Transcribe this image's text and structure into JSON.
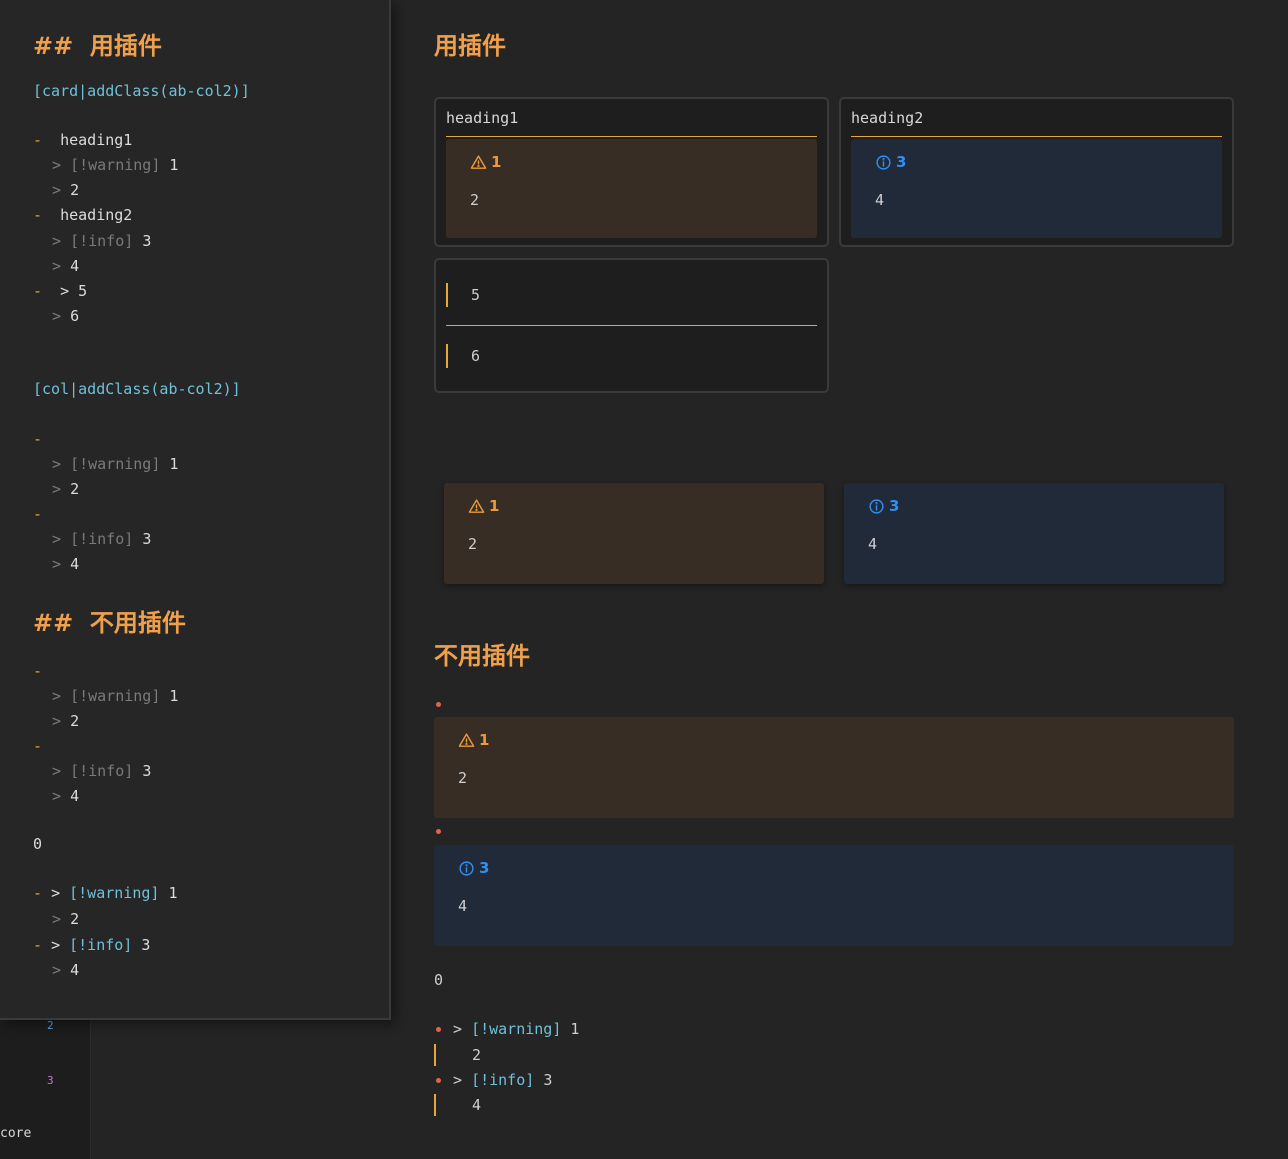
{
  "editor": {
    "h1": "##  用插件",
    "card_code": "[card|addClass(ab-col2)]",
    "item_heading1": "heading1",
    "warning_tag": "[!warning]",
    "info_tag": "[!info]",
    "v1": "1",
    "v2": "2",
    "v3": "3",
    "v4": "4",
    "v5": "5",
    "v6": "6",
    "gt": ">",
    "dash": "-",
    "item_heading2": "heading2",
    "col_code": "[col|addClass(ab-col2)]",
    "h2": "##  不用插件",
    "zero": "0"
  },
  "gutter": {
    "n2": "2",
    "n3": "3",
    "core": "core"
  },
  "preview": {
    "h1": "用插件",
    "card1_heading": "heading1",
    "card2_heading": "heading2",
    "warn_title": "1",
    "warn_body": "2",
    "info_title": "3",
    "info_body": "4",
    "quote5": "5",
    "quote6": "6",
    "h2": "不用插件",
    "zero": "0",
    "gt": ">",
    "warning_tag": "[!warning]",
    "info_tag": "[!info]",
    "v1": "1",
    "v2": "2",
    "v3": "3",
    "v4": "4"
  },
  "colors": {
    "accent": "#f0a04a",
    "warning": "#eb9a3a",
    "info": "#2f8ff2",
    "code": "#6fc0d9",
    "bullet": "#e5a73a"
  },
  "icons": {
    "warning": "warning-triangle-icon",
    "info": "info-circle-icon"
  }
}
